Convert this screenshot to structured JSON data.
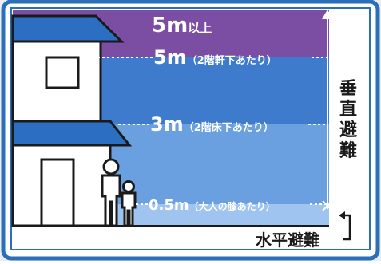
{
  "levels": {
    "above_5m": {
      "value": "5m",
      "suffix": "以上"
    },
    "5m": {
      "value": "5m",
      "note": "（2階軒下あたり）"
    },
    "3m": {
      "value": "3m",
      "note": "（2階床下あたり）"
    },
    "0_5m": {
      "value": "0.5m",
      "note": "（大人の膝あたり）"
    }
  },
  "labels": {
    "vertical_evacuation": [
      "垂",
      "直",
      "避",
      "難"
    ],
    "horizontal_evacuation": "水平避難"
  },
  "colors": {
    "border": "#1e6fbf",
    "band_purple": "#7a4fa3",
    "band_blue_dark": "#3f7fcf",
    "band_blue_mid": "#5a95db",
    "band_blue_light": "#79abe6",
    "band_blue_pale": "#9ec3ef",
    "house_roof": "#2f73c4",
    "house_wall": "#ffffff",
    "ground": "#ffffff"
  }
}
